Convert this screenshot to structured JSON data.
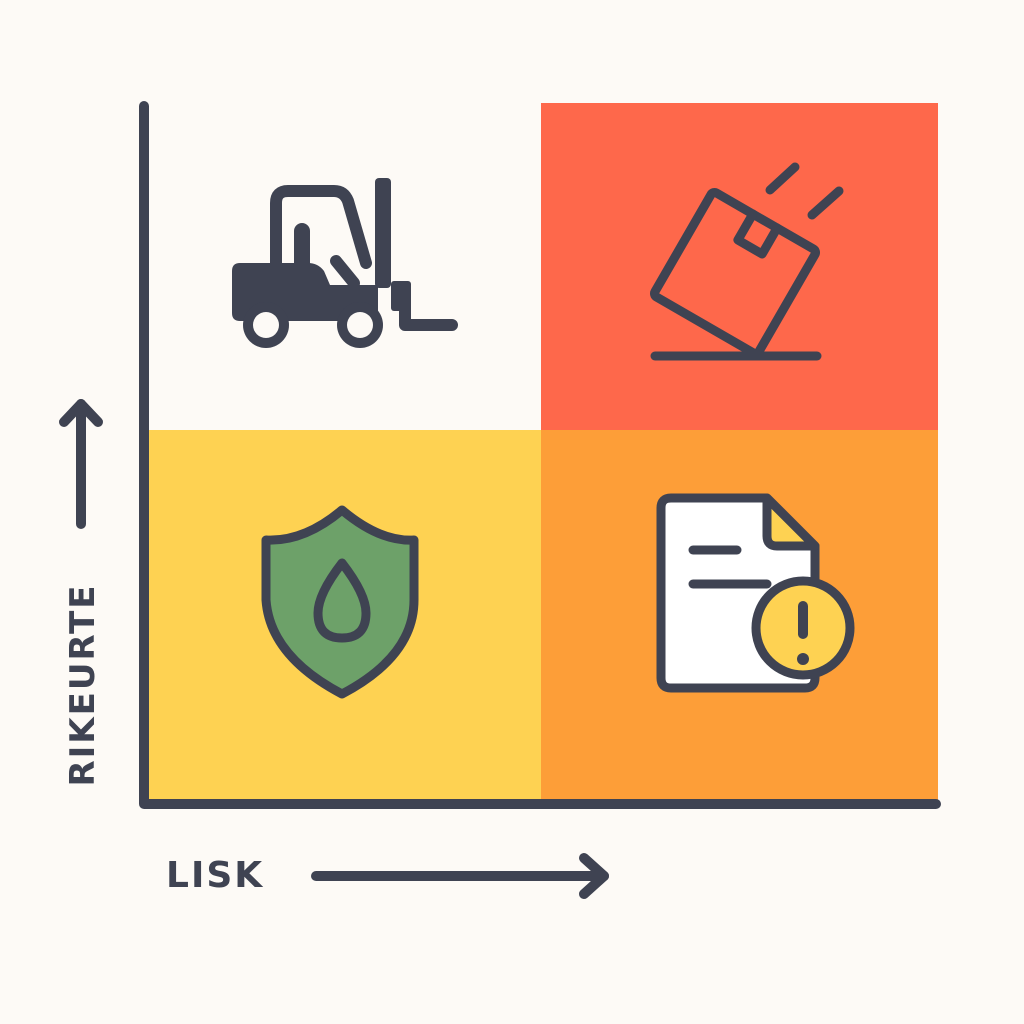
{
  "axes": {
    "x_label": "LISK",
    "y_label": "RIKEURTE"
  },
  "quadrants": [
    {
      "id": "top-left",
      "icon": "forklift-icon",
      "color": "#fdfaf6"
    },
    {
      "id": "top-right",
      "icon": "falling-box-icon",
      "color": "#fe684b"
    },
    {
      "id": "bottom-left",
      "icon": "shield-drop-icon",
      "color": "#fed252"
    },
    {
      "id": "bottom-right",
      "icon": "document-warning-icon",
      "color": "#fd9e38"
    }
  ],
  "colors": {
    "ink": "#3f4352",
    "shield_fill": "#6da169",
    "warning_fill": "#fed252",
    "document_fill": "#ffffff",
    "document_fold": "#fed252"
  }
}
